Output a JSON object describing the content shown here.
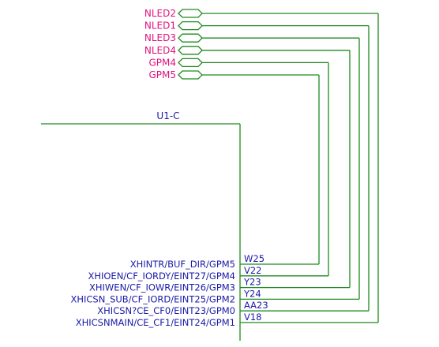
{
  "component": {
    "ref": "U1-C"
  },
  "net_ports": [
    "NLED2",
    "NLED1",
    "NLED3",
    "NLED4",
    "GPM4",
    "GPM5"
  ],
  "pins": [
    {
      "function": "XHINTR/BUF_DIR/GPM5",
      "number": "W25"
    },
    {
      "function": "XHIOEN/CF_IORDY/EINT27/GPM4",
      "number": "V22"
    },
    {
      "function": "XHIWEN/CF_IOWR/EINT26/GPM3",
      "number": "Y23"
    },
    {
      "function": "XHICSN_SUB/CF_IORD/EINT25/GPM2",
      "number": "Y24"
    },
    {
      "function": "XHICSN?CE_CF0/EINT23/GPM0",
      "number": "AA23"
    },
    {
      "function": "XHICSNMAIN/CE_CF1/EINT24/GPM1",
      "number": "V18"
    }
  ],
  "colors": {
    "wire": "#1e8a1e",
    "net_label": "#e0117f",
    "ref_label": "#1a1aa8"
  }
}
